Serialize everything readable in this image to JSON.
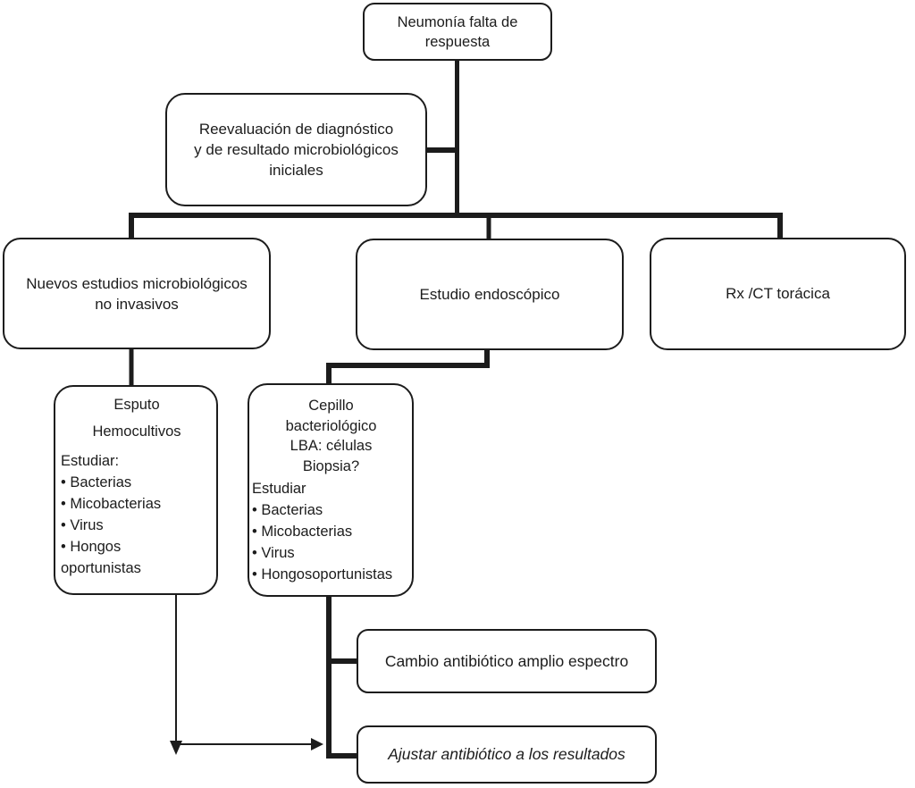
{
  "colors": {
    "line": "#1c1c1c",
    "text": "#1c1c1c",
    "background": "#ffffff"
  },
  "nodes": {
    "root": {
      "lines": [
        "Neumonía falta de",
        "respuesta"
      ]
    },
    "reeval": {
      "lines": [
        "Reevaluación de diagnóstico",
        "y de resultado microbiológicos",
        "iniciales"
      ]
    },
    "nuevos": {
      "lines": [
        "Nuevos estudios microbiológicos",
        "no invasivos"
      ]
    },
    "endoscopico": {
      "lines": [
        "Estudio endoscópico"
      ]
    },
    "rxct": {
      "lines": [
        "Rx /CT torácica"
      ]
    },
    "esputo": {
      "centered": [
        "Esputo",
        "Hemocultivos"
      ],
      "left": [
        "Estudiar:",
        "• Bacterias",
        "• Micobacterias",
        "• Virus",
        "• Hongos",
        "oportunistas"
      ]
    },
    "cepillo": {
      "centered": [
        "Cepillo",
        "bacteriológico",
        "LBA: células",
        "Biopsia?"
      ],
      "left": [
        "Estudiar",
        "• Bacterias",
        "• Micobacterias",
        "• Virus",
        "• Hongosoportunistas"
      ]
    },
    "cambio": {
      "lines": [
        "Cambio antibiótico amplio espectro"
      ]
    },
    "ajustar": {
      "lines": [
        "Ajustar antibiótico a los resultados"
      ]
    }
  }
}
